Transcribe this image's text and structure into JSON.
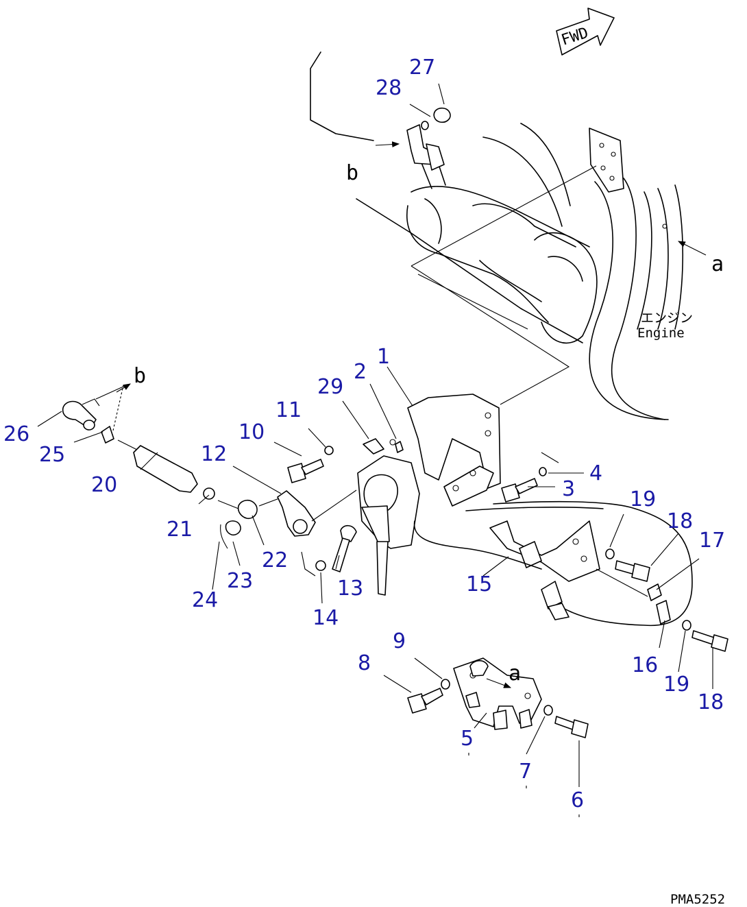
{
  "fwd_label": "FWD",
  "engine_label_jp": "エンジン",
  "engine_label_en": "Engine",
  "drawing_code": "PMA5252",
  "refs": {
    "a1": "a",
    "a2": "a",
    "b1": "b",
    "b2": "b"
  },
  "callouts": [
    "1",
    "2",
    "3",
    "4",
    "5",
    "6",
    "7",
    "8",
    "9",
    "10",
    "11",
    "12",
    "13",
    "14",
    "15",
    "16",
    "17",
    "18",
    "18",
    "19",
    "19",
    "20",
    "21",
    "22",
    "23",
    "24",
    "25",
    "26",
    "27",
    "28",
    "29"
  ],
  "colors": {
    "callout": "#1a1aa6",
    "line": "#000000"
  }
}
